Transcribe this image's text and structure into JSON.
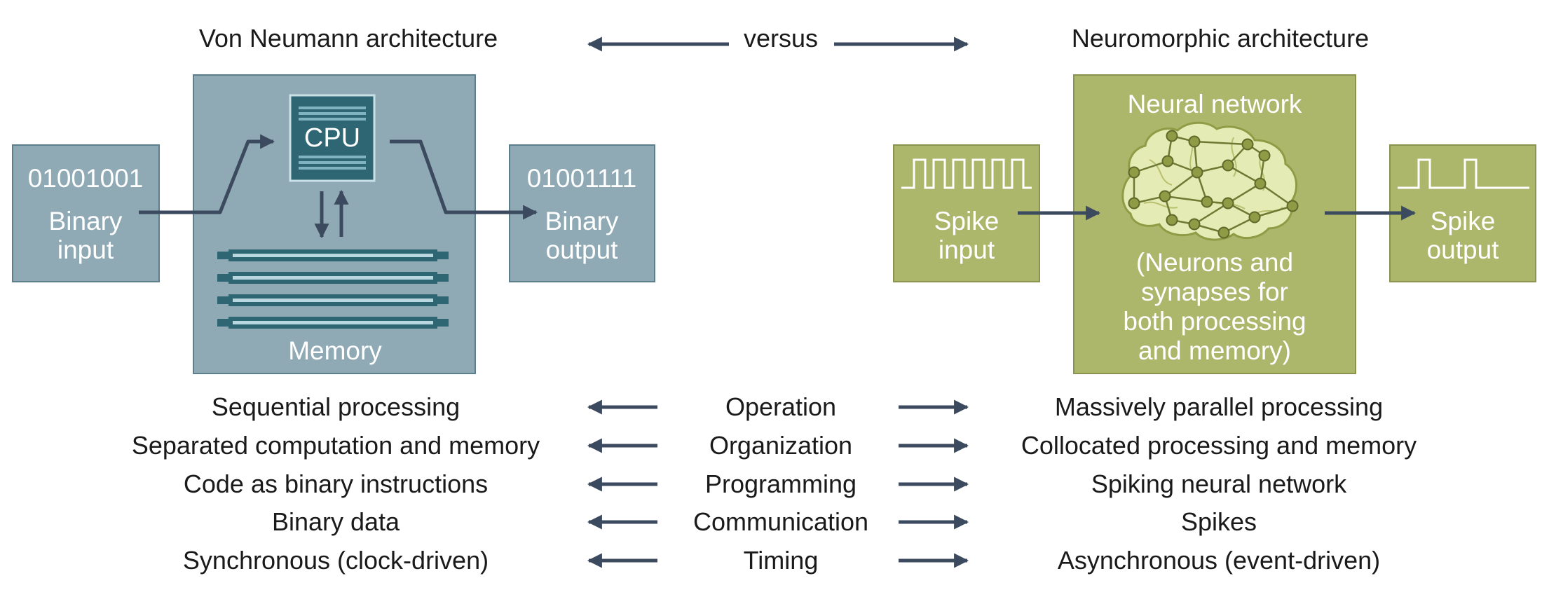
{
  "header": {
    "left_title": "Von Neumann architecture",
    "center_title": "versus",
    "right_title": "Neuromorphic architecture"
  },
  "von_neumann": {
    "input": {
      "code": "01001001",
      "label_line1": "Binary",
      "label_line2": "input"
    },
    "cpu_label": "CPU",
    "memory_label": "Memory",
    "output": {
      "code": "01001111",
      "label_line1": "Binary",
      "label_line2": "output"
    }
  },
  "neuromorphic": {
    "input": {
      "label_line1": "Spike",
      "label_line2": "input"
    },
    "network_title": "Neural network",
    "network_note_lines": [
      "(Neurons and",
      "synapses for",
      "both processing",
      "and memory)"
    ],
    "output": {
      "label_line1": "Spike",
      "label_line2": "output"
    }
  },
  "comparison_rows": [
    {
      "left": "Sequential processing",
      "center": "Operation",
      "right": "Massively parallel processing"
    },
    {
      "left": "Separated computation and memory",
      "center": "Organization",
      "right": "Collocated processing and memory"
    },
    {
      "left": "Code as binary instructions",
      "center": "Programming",
      "right": "Spiking neural network"
    },
    {
      "left": "Binary data",
      "center": "Communication",
      "right": "Spikes"
    },
    {
      "left": "Synchronous (clock-driven)",
      "center": "Timing",
      "right": "Asynchronous (event-driven)"
    }
  ],
  "colors": {
    "vn_fill": "#8faab5",
    "vn_stroke": "#5d7e8b",
    "cpu_fill": "#2e6674",
    "neuro_fill": "#adb76c",
    "neuro_stroke": "#8a9450",
    "arrow": "#3b4a5e",
    "brain_fill": "#e4ebb4",
    "node_fill": "#8f9b45"
  }
}
